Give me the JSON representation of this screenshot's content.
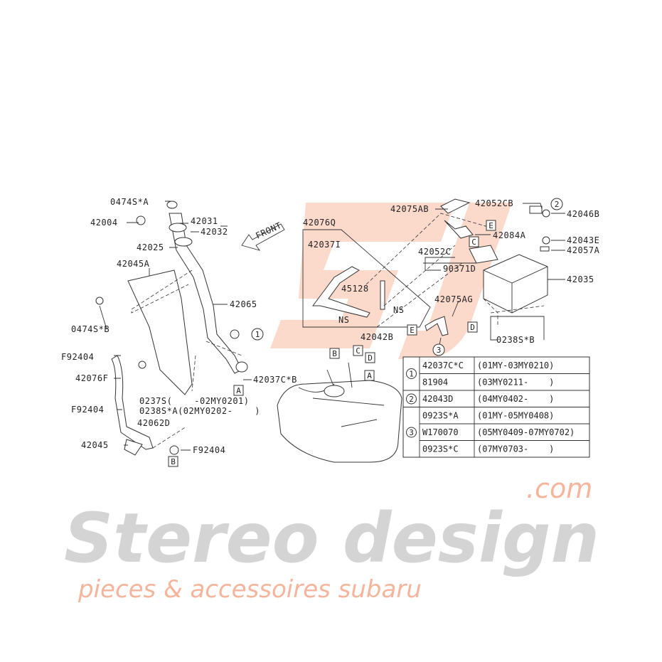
{
  "watermark": {
    "logo": "SJ",
    "brand": "Stereo design",
    "domain": ".com",
    "tagline": "pieces & accessoires subaru",
    "logo_color": "#f6b8a0",
    "brand_color": "#e6e6e6"
  },
  "front_arrow": "FRONT",
  "labels": [
    "0474S*A",
    "42004",
    "42031",
    "42032",
    "42025",
    "42045A",
    "42065",
    "0474S*B",
    "42076Q",
    "42037I",
    "45128",
    "NS",
    "NS",
    "42042B",
    "42075AB",
    "42052CB",
    "42046B",
    "42084A",
    "42043E",
    "42052C",
    "42057A",
    "90371D",
    "42035",
    "42075AG",
    "0238S*B",
    "F92404",
    "42076F",
    "42037C*B",
    "0237S(    -02MY0201)",
    "0238S*A(02MY0202-    )",
    "F92404",
    "42062D",
    "42045",
    "F92404"
  ],
  "refs": {
    "A": "A",
    "B": "B",
    "C": "C",
    "D": "D",
    "E": "E",
    "one": "1",
    "two": "2",
    "three": "3"
  },
  "table": [
    {
      "group": "1",
      "part": "42037C*C",
      "range": "(01MY-03MY0210)"
    },
    {
      "group": "",
      "part": "81904",
      "range": "(03MY0211-    )"
    },
    {
      "group": "2",
      "part": "42043D",
      "range": "(04MY0402-    )"
    },
    {
      "group": "3",
      "part": "0923S*A",
      "range": "(01MY-05MY0408)"
    },
    {
      "group": "",
      "part": "W170070",
      "range": "(05MY0409-07MY0702)"
    },
    {
      "group": "",
      "part": "0923S*C",
      "range": "(07MY0703-    )"
    }
  ]
}
